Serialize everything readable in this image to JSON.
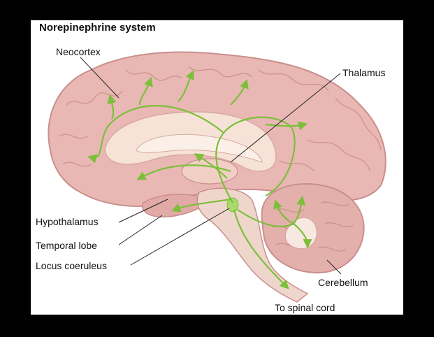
{
  "title": "Norepinephrine system",
  "labels": {
    "neocortex": "Neocortex",
    "thalamus": "Thalamus",
    "hypothalamus": "Hypothalamus",
    "temporal_lobe": "Temporal lobe",
    "locus_coeruleus": "Locus coeruleus",
    "cerebellum": "Cerebellum",
    "spinal_cord": "To spinal cord"
  },
  "colors": {
    "brain": "#e9b8b4",
    "brain_dark": "#c98f8c",
    "pathway": "#7cbf3a",
    "background": "#000000",
    "panel": "#ffffff"
  }
}
